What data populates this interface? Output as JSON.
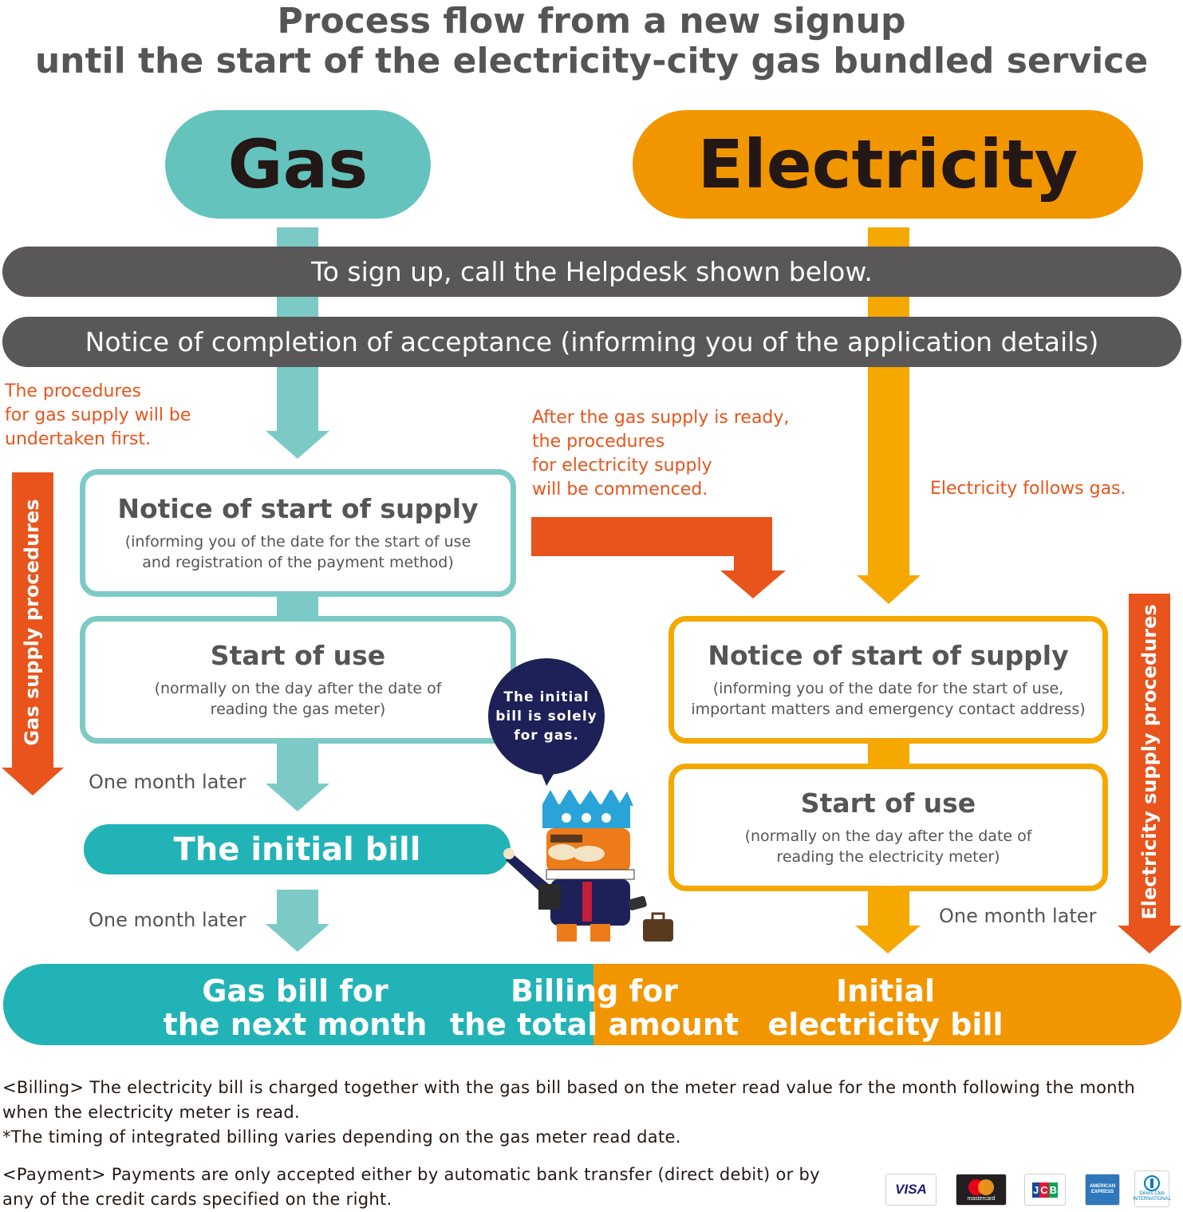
{
  "title": {
    "line1": "Process flow from a new signup",
    "line2": "until the start of the electricity-city gas bundled service"
  },
  "colors": {
    "gas": "#65c3be",
    "gas_arrow": "#7ccac5",
    "gas_dark": "#22b3b7",
    "electricity": "#f29600",
    "electricity_arrow": "#f5a800",
    "bar": "#595757",
    "accent_orange": "#e8541c"
  },
  "headers": {
    "gas": "Gas",
    "electricity": "Electricity"
  },
  "steps": {
    "signup": "To sign up, call the Helpdesk shown below.",
    "acceptance": "Notice of completion of acceptance (informing you of the application details)"
  },
  "notes": {
    "gas_first": "The procedures\nfor gas supply will be\nundertaken first.",
    "after_gas": "After the gas supply is ready,\nthe procedures\nfor electricity supply\nwill be commenced.",
    "elec_follows": "Electricity follows gas."
  },
  "gas_side": {
    "notice_title": "Notice of start of supply",
    "notice_sub": "(informing you of the date for the start of use\nand registration of the payment method)",
    "start_title": "Start of use",
    "start_sub": "(normally on the day after the date of\nreading the gas meter)",
    "month_later_1": "One month later",
    "initial_bill": "The initial bill",
    "month_later_2": "One month later",
    "vertical_label": "Gas supply procedures"
  },
  "electricity_side": {
    "notice_title": "Notice of start of supply",
    "notice_sub": "(informing you of the date for the start of use,\nimportant matters and emergency contact address)",
    "start_title": "Start of use",
    "start_sub": "(normally on the day after the date of\nreading the electricity meter)",
    "month_later": "One month later",
    "vertical_label": "Electricity supply procedures"
  },
  "speech_bubble": "The initial\nbill is solely\nfor gas.",
  "bottom_bar": {
    "gas_bill": "Gas bill for\nthe next month",
    "total": "Billing for\nthe total amount",
    "elec_bill": "Initial\nelectricity bill"
  },
  "footer": {
    "billing": "<Billing> The electricity bill is charged together with the gas bill based on the meter read value for the month following the month when the electricity meter is read.",
    "timing": "*The timing of integrated billing varies depending on the gas meter read date.",
    "payment": "<Payment> Payments are only accepted either by automatic bank transfer (direct debit) or by any of the credit cards specified on the right."
  },
  "cards": {
    "visa": "VISA",
    "mastercard": "mastercard",
    "jcb": "JCB",
    "amex": "AMERICAN EXPRESS",
    "diners": "Diners Club INTERNATIONAL"
  }
}
